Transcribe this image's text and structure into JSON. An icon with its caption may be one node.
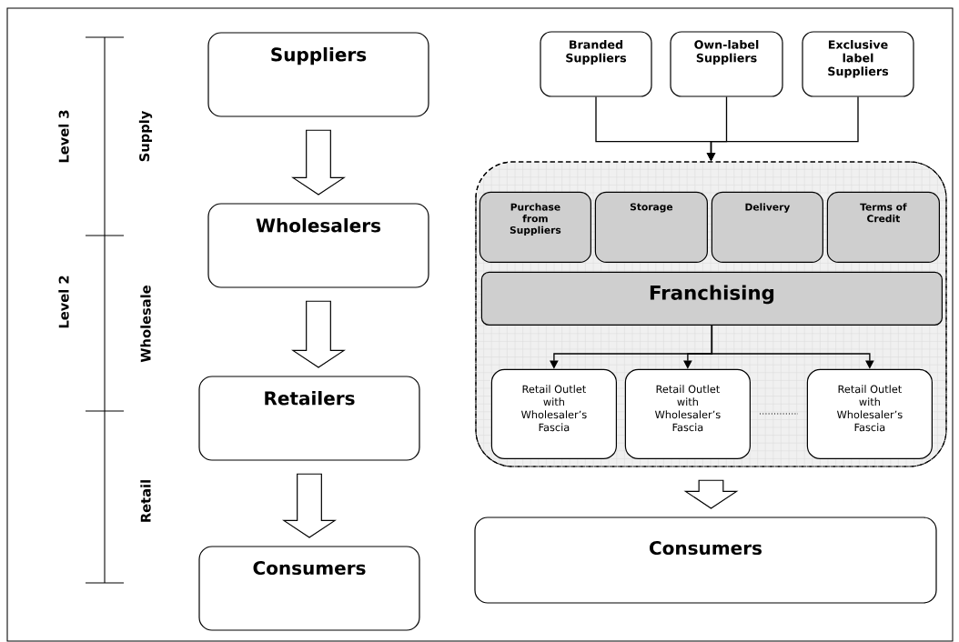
{
  "diagram": {
    "nodes": [
      {
        "text": [
          "Suppliers"
        ]
      },
      {
        "text": [
          "Wholesalers"
        ]
      },
      {
        "text": [
          "Retailers"
        ]
      },
      {
        "text": [
          "Consumers"
        ]
      },
      {
        "text": [
          "Branded Suppliers"
        ]
      },
      {
        "text": [
          "Own-label Suppliers"
        ]
      },
      {
        "text": [
          "Exclusive label Suppliers"
        ]
      },
      {
        "text": [],
        "shape": "box"
      },
      {
        "text": [
          "Purchase from Suppliers"
        ],
        "in": 7
      },
      {
        "text": [
          "Storage"
        ],
        "in": 7
      },
      {
        "text": [
          "Delivery"
        ],
        "in": 7
      },
      {
        "text": [
          "Terms of Credit"
        ],
        "in": 7
      },
      {
        "text": [
          "Franchising"
        ],
        "in": 7
      },
      {
        "text": [
          "Retail Outlet with Wholesaler’s Fascia"
        ],
        "in": 7
      },
      {
        "text": [
          "Retail Outlet with Wholesaler’s Fascia"
        ],
        "in": 7
      },
      {
        "text": [
          "Retail Outlet with Wholesaler’s Fascia"
        ],
        "in": 7
      },
      {
        "text": [
          "Consumers"
        ]
      }
    ],
    "edges": [
      {
        "from": 0,
        "to": 1,
        "arrow": "to",
        "style": "thick"
      },
      {
        "from": 1,
        "to": 2,
        "arrow": "to",
        "style": "thick"
      },
      {
        "from": 2,
        "to": 3,
        "arrow": "to",
        "style": "thick"
      },
      {
        "from": 4,
        "to": 7,
        "arrow": "to"
      },
      {
        "from": 5,
        "to": 7,
        "arrow": "to"
      },
      {
        "from": 6,
        "to": 7,
        "arrow": "to"
      },
      {
        "from": 12,
        "to": 13,
        "arrow": "to"
      },
      {
        "from": 12,
        "to": 14,
        "arrow": "to"
      },
      {
        "from": 12,
        "to": 15,
        "arrow": "to"
      },
      {
        "from": 7,
        "to": 16,
        "arrow": "to",
        "style": "thick"
      }
    ],
    "labels": [
      "Level 3",
      "Supply",
      "Level 2",
      "Wholesale",
      "Retail"
    ]
  }
}
